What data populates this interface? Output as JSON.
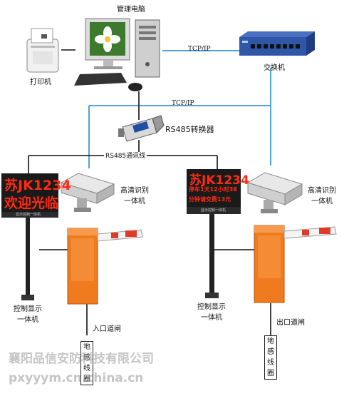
{
  "colors": {
    "network_line": "#4fa3d8",
    "control_line": "#111111",
    "led_text": "#ff2a12",
    "barrier_orange": "#f07a1e",
    "switch_blue": "#2f57a8"
  },
  "labels": {
    "computer": "管理电脑",
    "printer": "打印机",
    "switch": "交换机",
    "tcpip_top": "TCP/IP",
    "tcpip_mid": "TCP/IP",
    "converter": "RS485转换器",
    "rs485_line": "RS485通讯线",
    "camera_left_1": "高清识别",
    "camera_left_2": "一体机",
    "camera_right_1": "高清识别",
    "camera_right_2": "一体机",
    "display_left_1": "控制显示",
    "display_left_2": "一体机",
    "display_right_1": "控制显示",
    "display_right_2": "一体机",
    "entrance_gate": "入口道闸",
    "exit_gate": "出口道闸",
    "loop_left": "地感线圈",
    "loop_right": "地感线圈"
  },
  "led_left": {
    "line1": "苏JK1234",
    "line2": "欢迎光临",
    "footer": "显示控制一体机"
  },
  "led_right": {
    "line1": "苏JK1234",
    "line2": "停车1天12小时38",
    "line3": "分钟请交费13元",
    "footer": "显示控制一体机"
  },
  "watermark": {
    "company": "襄阳品信安防科技有限公司",
    "url": "pxyyym.cn.china.cn"
  }
}
